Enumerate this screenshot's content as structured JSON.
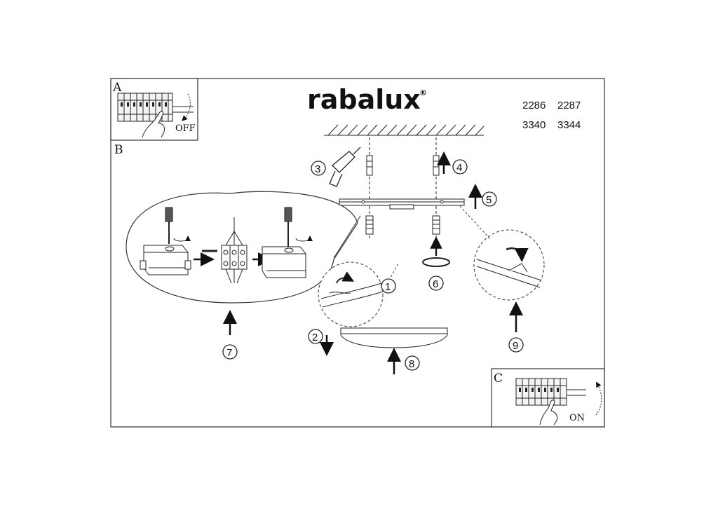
{
  "brand": {
    "name": "rabalux",
    "mark": "®"
  },
  "models": {
    "row1": [
      "2286",
      "2287"
    ],
    "row2": [
      "3340",
      "3344"
    ]
  },
  "panels": {
    "a": {
      "label": "A",
      "state": "OFF"
    },
    "b": {
      "label": "B"
    },
    "c": {
      "label": "C",
      "state": "ON"
    }
  },
  "steps": [
    "1",
    "2",
    "3",
    "4",
    "5",
    "6",
    "7",
    "8",
    "9"
  ],
  "icons": [
    "screwdriver-icon",
    "drill-icon",
    "breaker-icon",
    "hand-icon",
    "terminal-block-icon",
    "arrow-icon",
    "rotate-icon"
  ]
}
